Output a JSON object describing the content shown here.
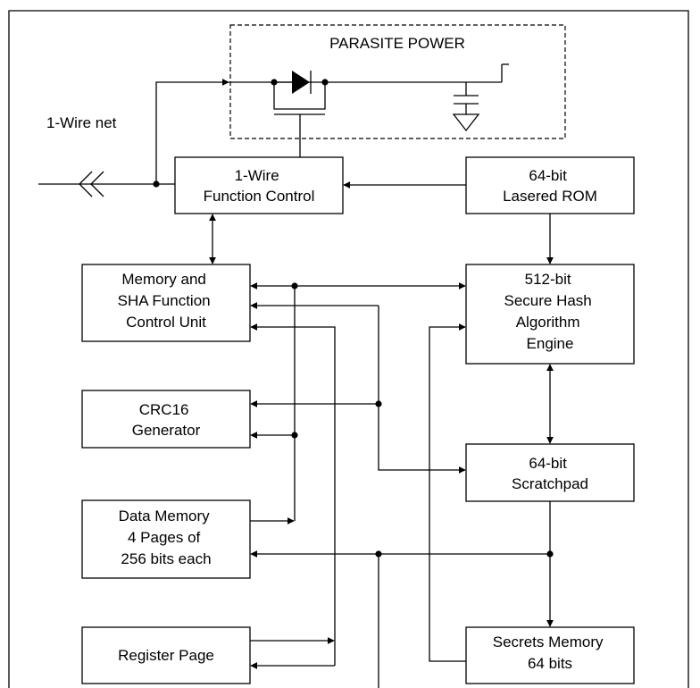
{
  "parasite_power": {
    "label": "PARASITE POWER"
  },
  "net": {
    "label": "1-Wire net"
  },
  "blocks": {
    "function_control": [
      "1-Wire",
      "Function Control"
    ],
    "lasered_rom": [
      "64-bit",
      "Lasered ROM"
    ],
    "memory_sha_control": [
      "Memory and",
      "SHA Function",
      "Control Unit"
    ],
    "sha_engine": [
      "512-bit",
      "Secure Hash",
      "Algorithm",
      "Engine"
    ],
    "crc16": [
      "CRC16",
      "Generator"
    ],
    "scratchpad": [
      "64-bit",
      "Scratchpad"
    ],
    "data_memory": [
      "Data Memory",
      "4 Pages of",
      "256 bits each"
    ],
    "register_page": [
      "Register Page"
    ],
    "secrets_memory": [
      "Secrets Memory",
      "64 bits"
    ]
  }
}
